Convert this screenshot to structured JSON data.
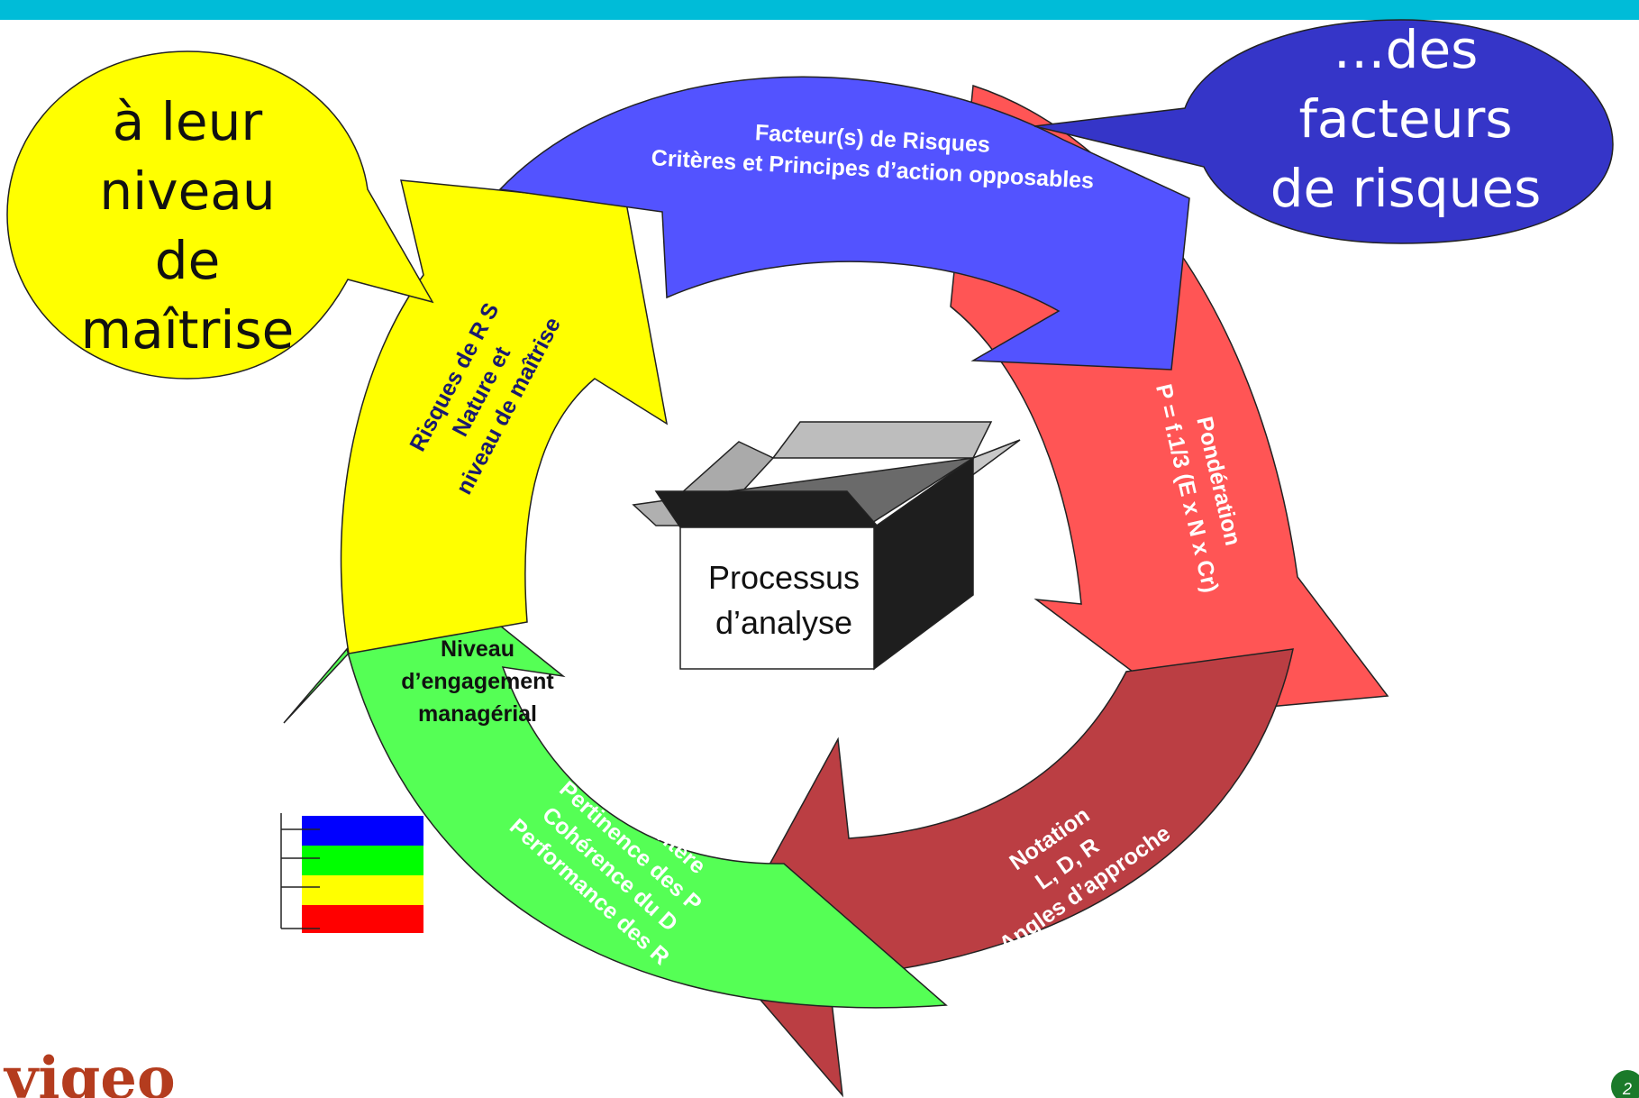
{
  "colors": {
    "top_bar": "#00bcd8",
    "blue_arrow": "#5353ff",
    "red_arrow": "#ff5555",
    "dark_red_arrow": "#bb3e43",
    "green_arrow": "#55ff55",
    "yellow_arrow": "#ffff00",
    "bubble_yellow": "#ffff00",
    "bubble_blue": "#3535c8"
  },
  "bubble_left": {
    "lines": [
      "à leur",
      "niveau",
      "de",
      "maîtrise"
    ]
  },
  "bubble_right": {
    "lines": [
      "…des",
      "facteurs",
      "de risques"
    ]
  },
  "arrows": {
    "blue": {
      "line1": "Facteur(s) de Risques",
      "line2": "Critères et Principes d’action opposables"
    },
    "red": {
      "line1": "Pondération",
      "line2": "P = f.1/3 (E x N x Cr)"
    },
    "dark_red": {
      "line1": "Notation",
      "line2": "L, D, R",
      "line3": "Angles d’approche"
    },
    "green": {
      "line1": "Score critère",
      "line2": "Pertinence des P",
      "line3": "Cohérence du D",
      "line4": "Performance des R"
    },
    "yellow": {
      "line1": "Risques de R S",
      "line2": "Nature et",
      "line3": "niveau de maîtrise"
    }
  },
  "engagement": {
    "line1": "Niveau",
    "line2": "d’engagement",
    "line3": "managérial"
  },
  "center_box": {
    "line1": "Processus",
    "line2": "d’analyse"
  },
  "legend_bar": {
    "segments": [
      "#0000ff",
      "#00ff00",
      "#ffff00",
      "#ff0000"
    ]
  },
  "footer": {
    "logo": "vigeo",
    "page_number": "2"
  }
}
